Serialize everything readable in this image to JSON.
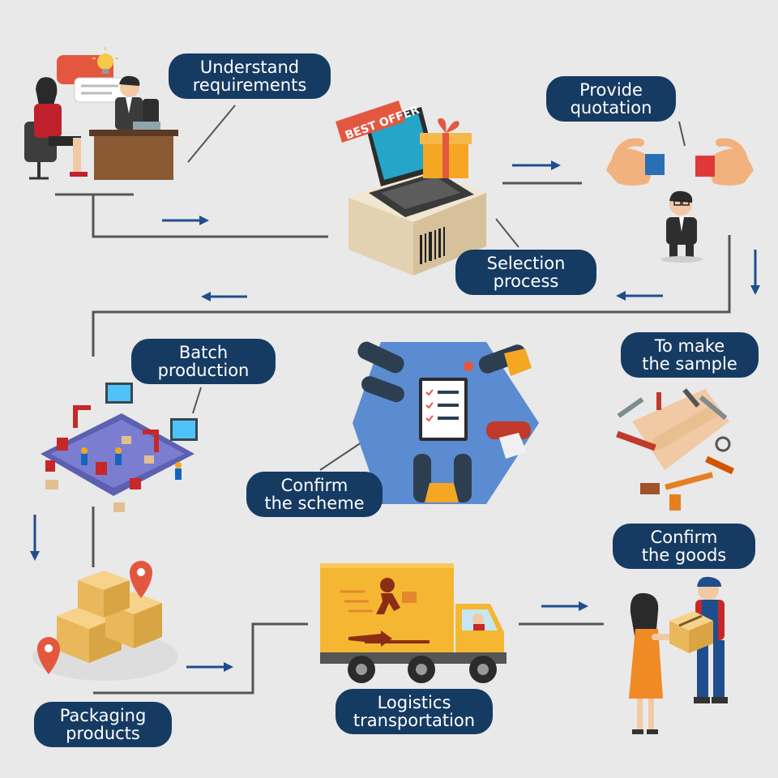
{
  "steps": {
    "understand": {
      "line1": "Understand",
      "line2": "requirements"
    },
    "selection": {
      "line1": "Selection",
      "line2": "process"
    },
    "quotation": {
      "line1": "Provide",
      "line2": "quotation"
    },
    "sample": {
      "line1": "To make",
      "line2": "the sample"
    },
    "scheme": {
      "line1": "Confirm",
      "line2": "the scheme"
    },
    "batch": {
      "line1": "Batch",
      "line2": "production"
    },
    "packaging": {
      "line1": "Packaging",
      "line2": "products"
    },
    "logistics": {
      "line1": "Logistics",
      "line2": "transportation"
    },
    "goods": {
      "line1": "Confirm",
      "line2": "the goods"
    }
  },
  "illustration_text": {
    "best_offer": "BEST OFFER"
  },
  "colors": {
    "background": "#e9e9e9",
    "pill": "#163b63",
    "connector": "#555555",
    "arrow": "#1f4e8c",
    "truck": "#f5b731"
  }
}
